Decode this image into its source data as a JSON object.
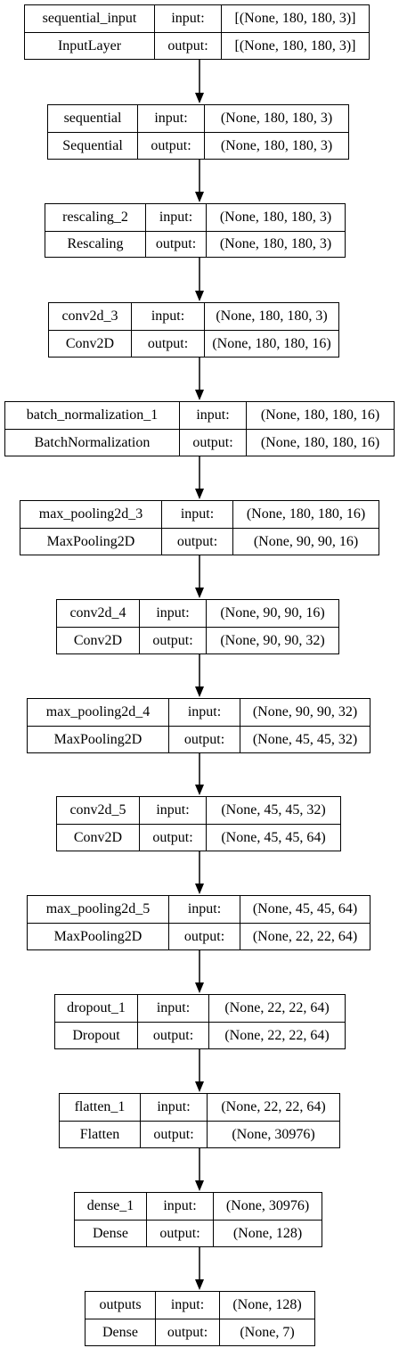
{
  "model_graph": {
    "in_label": "input:",
    "out_label": "output:",
    "layers": [
      {
        "name": "sequential_input",
        "type": "InputLayer",
        "input": "[(None, 180, 180, 3)]",
        "output": "[(None, 180, 180, 3)]"
      },
      {
        "name": "sequential",
        "type": "Sequential",
        "input": "(None, 180, 180, 3)",
        "output": "(None, 180, 180, 3)"
      },
      {
        "name": "rescaling_2",
        "type": "Rescaling",
        "input": "(None, 180, 180, 3)",
        "output": "(None, 180, 180, 3)"
      },
      {
        "name": "conv2d_3",
        "type": "Conv2D",
        "input": "(None, 180, 180, 3)",
        "output": "(None, 180, 180, 16)"
      },
      {
        "name": "batch_normalization_1",
        "type": "BatchNormalization",
        "input": "(None, 180, 180, 16)",
        "output": "(None, 180, 180, 16)"
      },
      {
        "name": "max_pooling2d_3",
        "type": "MaxPooling2D",
        "input": "(None, 180, 180, 16)",
        "output": "(None, 90, 90, 16)"
      },
      {
        "name": "conv2d_4",
        "type": "Conv2D",
        "input": "(None, 90, 90, 16)",
        "output": "(None, 90, 90, 32)"
      },
      {
        "name": "max_pooling2d_4",
        "type": "MaxPooling2D",
        "input": "(None, 90, 90, 32)",
        "output": "(None, 45, 45, 32)"
      },
      {
        "name": "conv2d_5",
        "type": "Conv2D",
        "input": "(None, 45, 45, 32)",
        "output": "(None, 45, 45, 64)"
      },
      {
        "name": "max_pooling2d_5",
        "type": "MaxPooling2D",
        "input": "(None, 45, 45, 64)",
        "output": "(None, 22, 22, 64)"
      },
      {
        "name": "dropout_1",
        "type": "Dropout",
        "input": "(None, 22, 22, 64)",
        "output": "(None, 22, 22, 64)"
      },
      {
        "name": "flatten_1",
        "type": "Flatten",
        "input": "(None, 22, 22, 64)",
        "output": "(None, 30976)"
      },
      {
        "name": "dense_1",
        "type": "Dense",
        "input": "(None, 30976)",
        "output": "(None, 128)"
      },
      {
        "name": "outputs",
        "type": "Dense",
        "input": "(None, 128)",
        "output": "(None, 7)"
      }
    ]
  }
}
